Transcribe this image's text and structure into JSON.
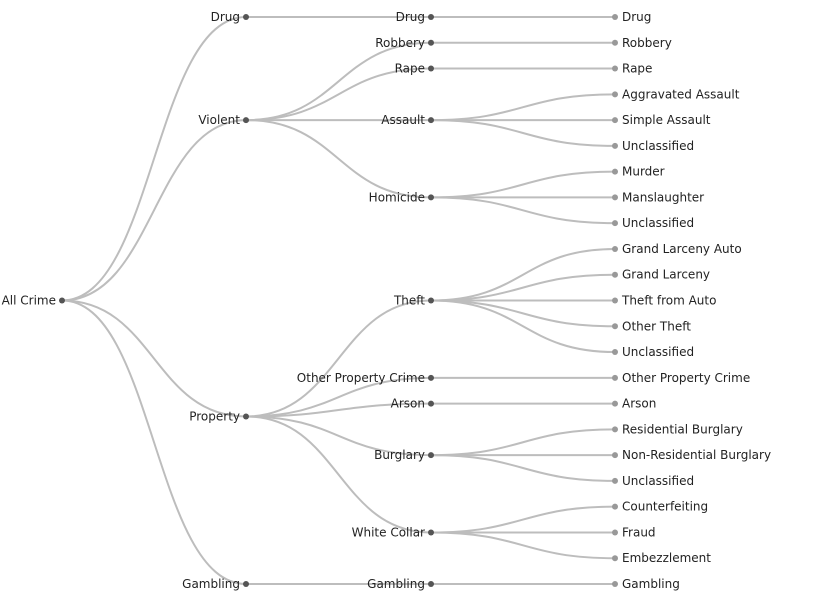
{
  "colors": {
    "link": "#bdbdbd",
    "internal_node": "#555555",
    "leaf_node": "#999999",
    "label": "#222222",
    "background": "#ffffff"
  },
  "tree": {
    "name": "All Crime",
    "children": [
      {
        "name": "Drug",
        "children": [
          {
            "name": "Drug",
            "children": [
              {
                "name": "Drug"
              }
            ]
          }
        ]
      },
      {
        "name": "Violent",
        "children": [
          {
            "name": "Robbery",
            "children": [
              {
                "name": "Robbery"
              }
            ]
          },
          {
            "name": "Rape",
            "children": [
              {
                "name": "Rape"
              }
            ]
          },
          {
            "name": "Assault",
            "children": [
              {
                "name": "Aggravated Assault"
              },
              {
                "name": "Simple Assault"
              },
              {
                "name": "Unclassified"
              }
            ]
          },
          {
            "name": "Homicide",
            "children": [
              {
                "name": "Murder"
              },
              {
                "name": "Manslaughter"
              },
              {
                "name": "Unclassified"
              }
            ]
          }
        ]
      },
      {
        "name": "Property",
        "children": [
          {
            "name": "Theft",
            "children": [
              {
                "name": "Grand Larceny Auto"
              },
              {
                "name": "Grand Larceny"
              },
              {
                "name": "Theft from Auto"
              },
              {
                "name": "Other Theft"
              },
              {
                "name": "Unclassified"
              }
            ]
          },
          {
            "name": "Other Property Crime",
            "children": [
              {
                "name": "Other Property Crime"
              }
            ]
          },
          {
            "name": "Arson",
            "children": [
              {
                "name": "Arson"
              }
            ]
          },
          {
            "name": "Burglary",
            "children": [
              {
                "name": "Residential Burglary"
              },
              {
                "name": "Non-Residential Burglary"
              },
              {
                "name": "Unclassified"
              }
            ]
          },
          {
            "name": "White Collar",
            "children": [
              {
                "name": "Counterfeiting"
              },
              {
                "name": "Fraud"
              },
              {
                "name": "Embezzlement"
              }
            ]
          }
        ]
      },
      {
        "name": "Gambling",
        "children": [
          {
            "name": "Gambling",
            "children": [
              {
                "name": "Gambling"
              }
            ]
          }
        ]
      }
    ]
  }
}
